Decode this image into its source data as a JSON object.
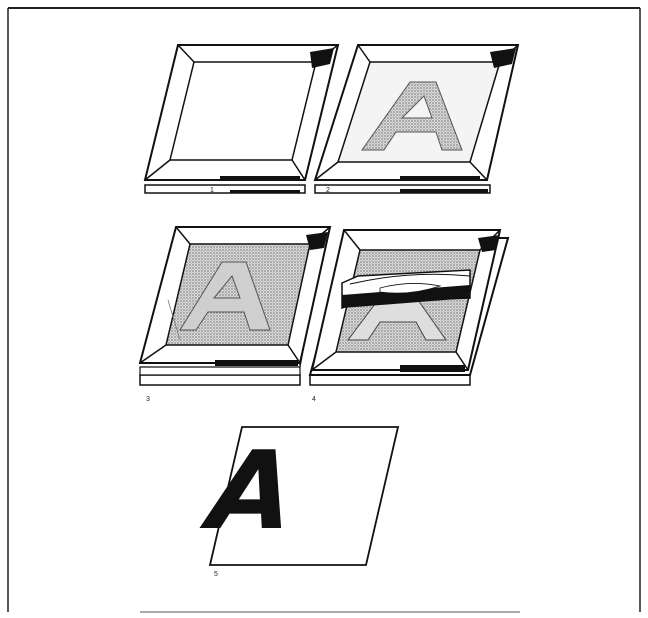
{
  "figure": {
    "steps": [
      {
        "number": "1",
        "content": "empty-frame"
      },
      {
        "number": "2",
        "content": "letter-outline",
        "letter": "A"
      },
      {
        "number": "3",
        "content": "letter-on-screen",
        "letter": "A"
      },
      {
        "number": "4",
        "content": "squeegee-printing",
        "letter": "A"
      },
      {
        "number": "5",
        "content": "printed-result",
        "letter": "A"
      }
    ],
    "colors": {
      "ink": "#111111",
      "frame": "#ffffff",
      "mesh": "#bdbdbd",
      "print_background": "#ffffff"
    }
  }
}
